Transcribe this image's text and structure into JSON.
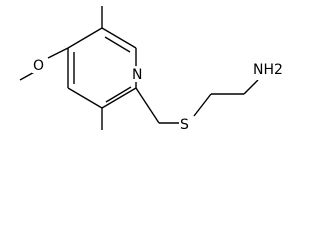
{
  "molecule": {
    "atoms": {
      "nitrogen_ring": "N",
      "oxygen": "O",
      "sulfur": "S",
      "amine": "NH2"
    }
  }
}
